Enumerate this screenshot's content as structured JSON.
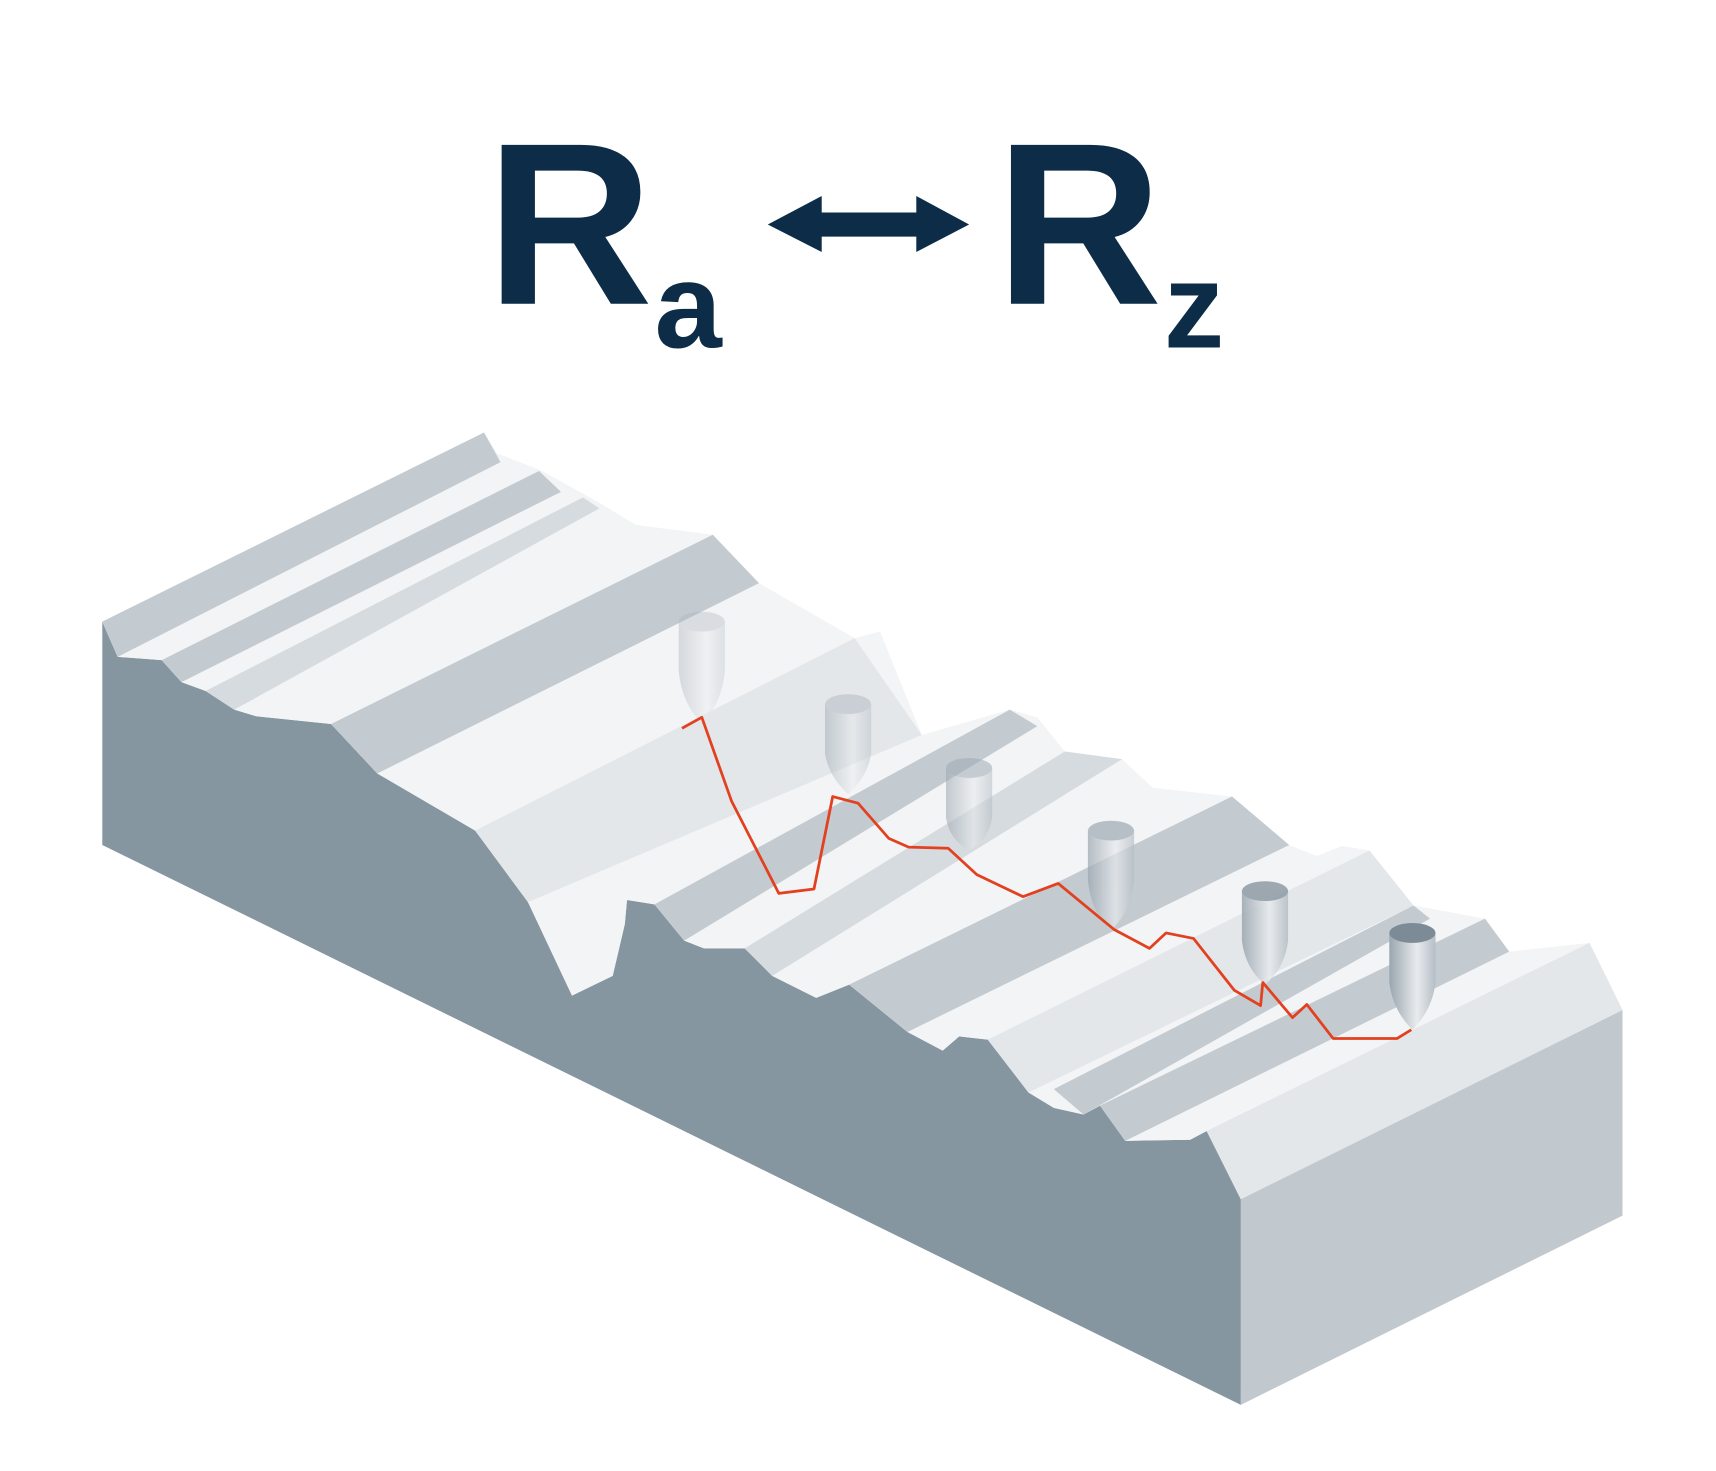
{
  "title": {
    "left_symbol": "R",
    "left_subscript": "a",
    "right_symbol": "R",
    "right_subscript": "z",
    "arrow_icon": "double-headed-arrow"
  },
  "colors": {
    "text": "#0c2c47",
    "profile_trace": "#e2401f",
    "front_face": "#8596a1",
    "side_face": "#c1c8ce",
    "top_light": "#f3f4f6",
    "top_dark": "#c3cad0"
  },
  "illustration": {
    "subject": "surface-roughness-block",
    "probe_count": 6
  }
}
